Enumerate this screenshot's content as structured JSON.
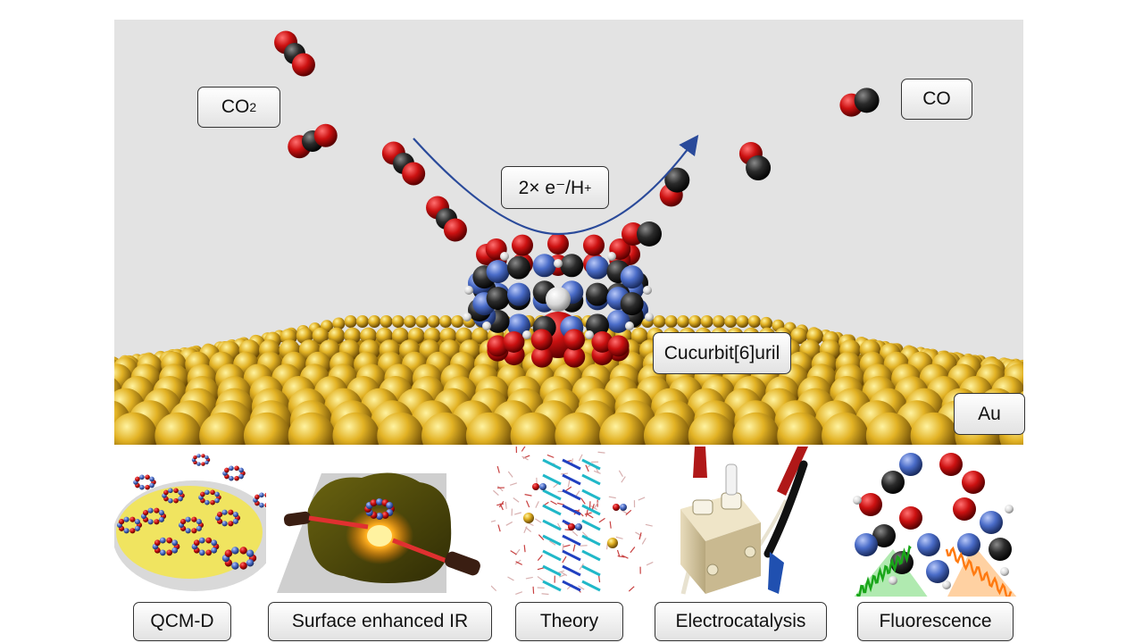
{
  "top_labels": {
    "co2": "CO",
    "co2_subscript": "2",
    "co": "CO",
    "electron_proton": "2× e⁻/H",
    "electron_proton_superscript": "+",
    "molecule": "Cucurbit[6]uril",
    "surface": "Au"
  },
  "techniques": [
    {
      "label": "QCM-D"
    },
    {
      "label": "Surface enhanced IR"
    },
    {
      "label": "Theory"
    },
    {
      "label": "Electrocatalysis"
    },
    {
      "label": "Fluorescence"
    }
  ],
  "colors": {
    "gold": "#e2b224",
    "oxygen": "#cc1111",
    "carbon": "#2b2b2b",
    "nitrogen": "#4a6cc8",
    "hydrogen": "#dddddd",
    "arrow": "#2a4a9a",
    "background": "#e3e3e3"
  }
}
